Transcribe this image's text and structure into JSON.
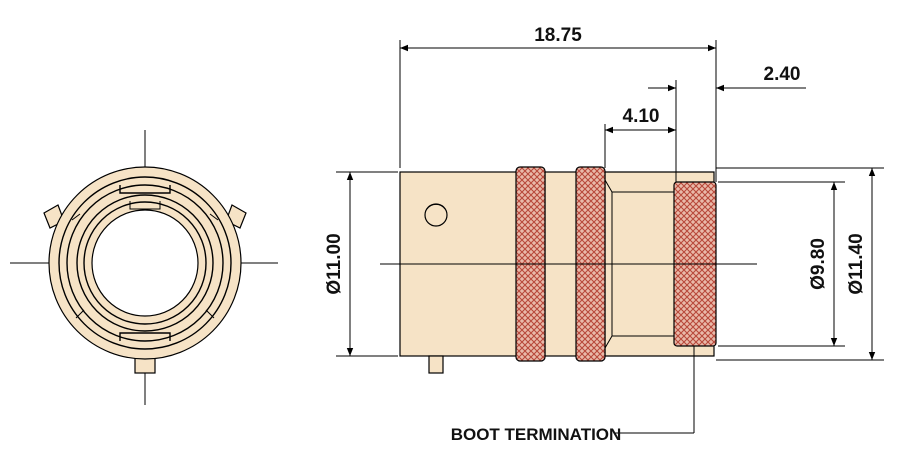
{
  "dimensions": {
    "overall_length": "18.75",
    "boot_length": "2.40",
    "neck_length": "4.10",
    "diameter_body": "Ø11.00",
    "diameter_boot_inner": "Ø9.80",
    "diameter_boot_outer": "Ø11.40"
  },
  "callout": {
    "label": "BOOT TERMINATION"
  },
  "colors": {
    "body": "#f6e3c6",
    "knurl": "#c45a4a",
    "line": "#000000"
  }
}
